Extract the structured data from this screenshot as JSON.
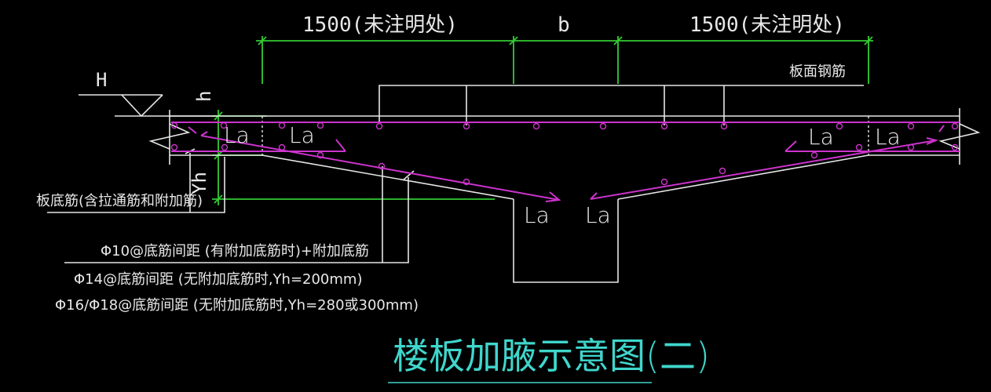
{
  "title": "楼板加腋示意图(二)",
  "dimensions": {
    "left_span": "1500(未注明处)",
    "center_span": "b",
    "right_span": "1500(未注明处)"
  },
  "labels": {
    "elevation_mark": "H",
    "slab_thickness": "h",
    "haunch_height": "Yh",
    "top_rebar": "板面钢筋",
    "bottom_rebar": "板底筋(含拉通筋和附加筋)",
    "anchorage": [
      "La",
      "La",
      "La",
      "La",
      "La",
      "La"
    ]
  },
  "notes": [
    "Φ10@底筋间距  (有附加底筋时)+附加底筋",
    "Φ14@底筋间距   (无附加底筋时,Yh=200mm)",
    "Φ16/Φ18@底筋间距     (无附加底筋时,Yh=280或300mm)"
  ],
  "colors": {
    "background": "#000000",
    "outline": "#e6e6e6",
    "dimension": "#33cc33",
    "rebar": "#cc33cc",
    "title": "#3fd6cc"
  }
}
